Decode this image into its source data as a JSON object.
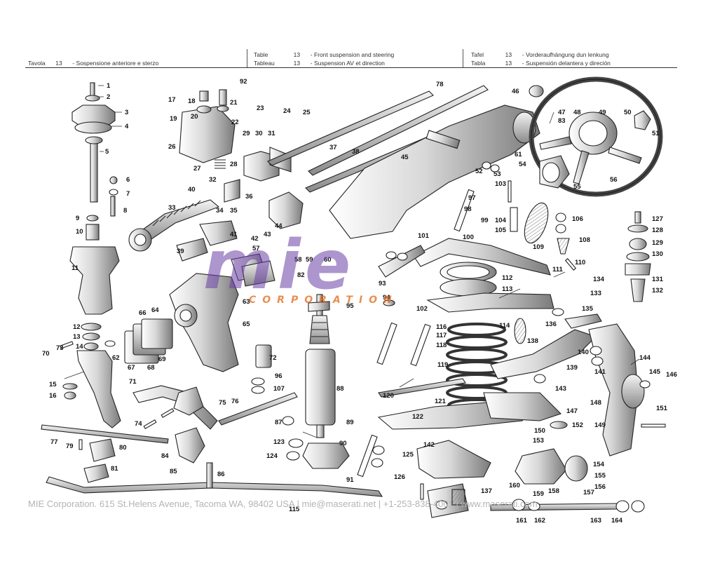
{
  "header": {
    "col1": {
      "word": "Tavola",
      "number": "13",
      "text": "- Sospensione anteriore e sterzo"
    },
    "col2": [
      {
        "word": "Table",
        "number": "13",
        "text": "- Front suspension and steering"
      },
      {
        "word": "Tableau",
        "number": "13",
        "text": "- Suspension AV et direction"
      }
    ],
    "col3": [
      {
        "word": "Tafel",
        "number": "13",
        "text": "- Vorderaufhängung dun lenkung"
      },
      {
        "word": "Tabla",
        "number": "13",
        "text": "- Suspensión delantera y direción"
      }
    ]
  },
  "watermark": {
    "logo": "mie",
    "subtitle": "CORPORATION"
  },
  "footer": "MIE Corporation. 615 St.Helens Avenue, Tacoma WA, 98402 USA  |  mie@maserati.net  |  +1-253-838-4001  |  www.maserati.com",
  "diagram": {
    "part_labels": [
      "1",
      "2",
      "3",
      "4",
      "5",
      "6",
      "7",
      "8",
      "9",
      "10",
      "11",
      "12",
      "13",
      "14",
      "15",
      "16",
      "17",
      "18",
      "19",
      "20",
      "21",
      "22",
      "23",
      "24",
      "25",
      "26",
      "27",
      "28",
      "29",
      "30",
      "31",
      "32",
      "33",
      "34",
      "35",
      "36",
      "37",
      "38",
      "39",
      "40",
      "41",
      "42",
      "43",
      "44",
      "45",
      "46",
      "47",
      "48",
      "49",
      "50",
      "51",
      "52",
      "53",
      "54",
      "55",
      "56",
      "57",
      "58",
      "59",
      "60",
      "61",
      "62",
      "63",
      "64",
      "65",
      "66",
      "67",
      "68",
      "69",
      "70",
      "71",
      "72",
      "73",
      "74",
      "75",
      "76",
      "77",
      "78",
      "79",
      "80",
      "81",
      "82",
      "83",
      "84",
      "85",
      "86",
      "87",
      "88",
      "89",
      "90",
      "91",
      "92",
      "93",
      "94",
      "95",
      "96",
      "97",
      "98",
      "99",
      "100",
      "101",
      "102",
      "103",
      "104",
      "105",
      "106",
      "107",
      "108",
      "109",
      "110",
      "111",
      "112",
      "113",
      "114",
      "115",
      "116",
      "117",
      "118",
      "119",
      "120",
      "121",
      "122",
      "123",
      "124",
      "125",
      "126",
      "127",
      "128",
      "129",
      "130",
      "131",
      "132",
      "133",
      "134",
      "135",
      "136",
      "137",
      "138",
      "139",
      "140",
      "141",
      "142",
      "143",
      "144",
      "145",
      "146",
      "147",
      "148",
      "149",
      "150",
      "151",
      "152",
      "153",
      "154",
      "155",
      "156",
      "157",
      "158",
      "159",
      "160",
      "161",
      "162",
      "163",
      "164"
    ]
  }
}
